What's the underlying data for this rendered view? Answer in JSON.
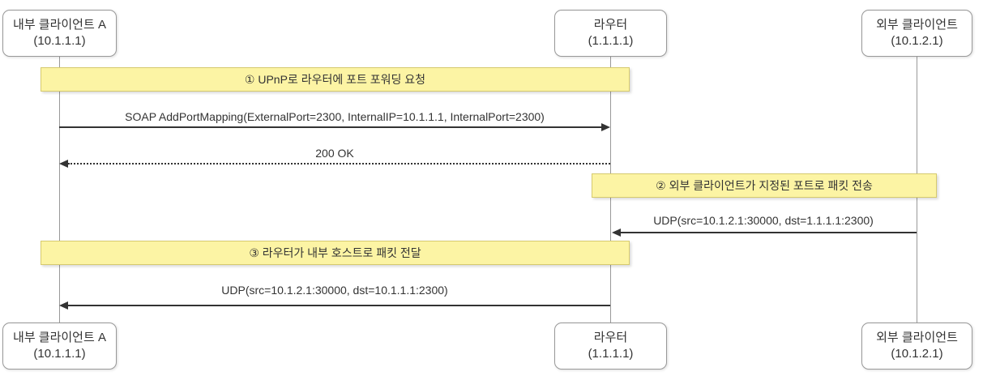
{
  "diagram": {
    "type": "sequence-diagram",
    "participants": [
      {
        "id": "internal",
        "name": "내부 클라이언트 A",
        "address": "(10.1.1.1)"
      },
      {
        "id": "router",
        "name": "라우터",
        "address": "(1.1.1.1)"
      },
      {
        "id": "external",
        "name": "외부 클라이언트",
        "address": "(10.1.2.1)"
      }
    ],
    "notes": [
      {
        "label": "① UPnP로 라우터에 포트 포워딩 요청",
        "over": [
          "internal",
          "router"
        ]
      },
      {
        "label": "② 외부 클라이언트가 지정된 포트로 패킷 전송",
        "over": [
          "router",
          "external"
        ]
      },
      {
        "label": "③ 라우터가 내부 호스트로 패킷 전달",
        "over": [
          "internal",
          "router"
        ]
      }
    ],
    "messages": [
      {
        "label": "SOAP AddPortMapping(ExternalPort=2300, InternalIP=10.1.1.1, InternalPort=2300)",
        "from": "internal",
        "to": "router",
        "style": "solid"
      },
      {
        "label": "200 OK",
        "from": "router",
        "to": "internal",
        "style": "dotted"
      },
      {
        "label": "UDP(src=10.1.2.1:30000, dst=1.1.1.1:2300)",
        "from": "external",
        "to": "router",
        "style": "solid"
      },
      {
        "label": "UDP(src=10.1.2.1:30000, dst=10.1.1.1:2300)",
        "from": "router",
        "to": "internal",
        "style": "solid"
      }
    ],
    "colors": {
      "note_fill": "#fcf4a4",
      "note_border": "#d6ca6e",
      "actor_border": "#999999",
      "lifeline": "#999999",
      "message": "#333333"
    }
  }
}
